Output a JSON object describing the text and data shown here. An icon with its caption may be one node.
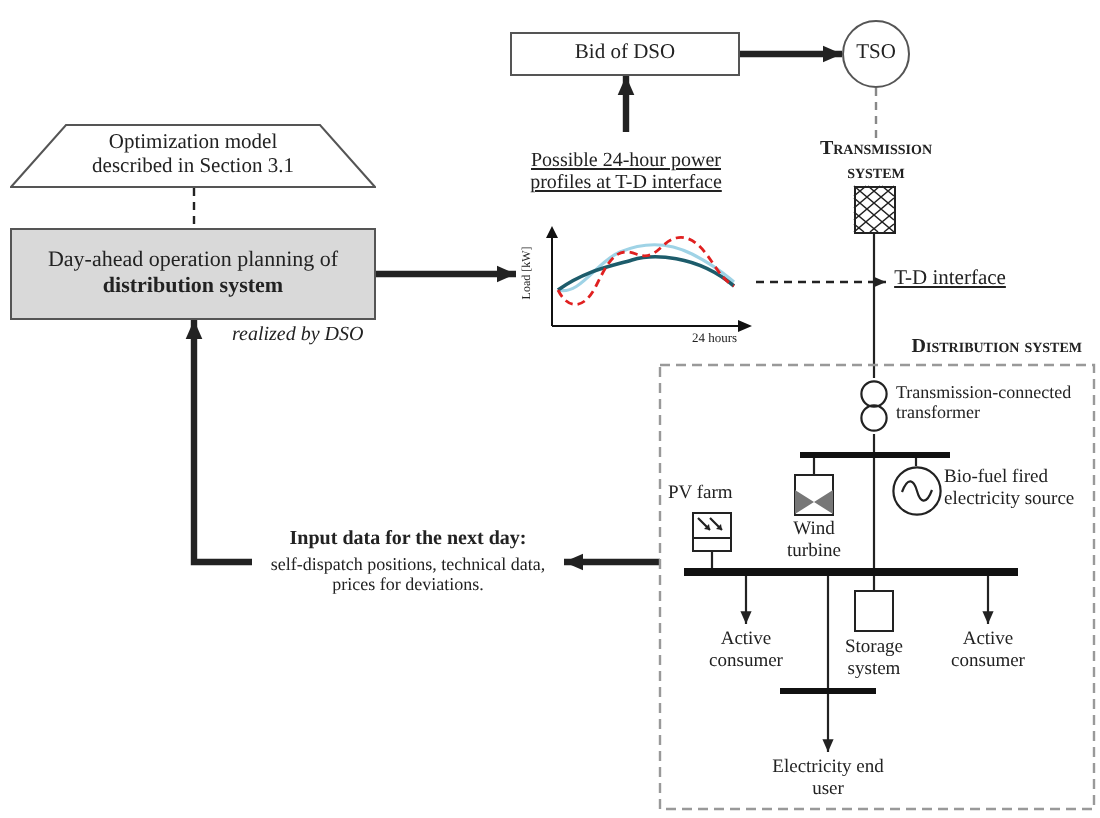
{
  "diagram": {
    "nodes": [
      {
        "text": [
          "Optimization model described in Section 3.1"
        ]
      },
      {
        "text": [
          "Day-ahead operation planning of **distribution system**"
        ],
        "beside": [
          "realized by DSO"
        ]
      },
      {
        "text": [
          "Bid of DSO"
        ]
      },
      {
        "text": [
          "TSO"
        ]
      },
      {
        "text": [
          "Possible 24-hour power profiles at T-D interface"
        ]
      },
      {
        "text": [
          "Load [kW]",
          "24 hours"
        ]
      },
      {
        "text": [
          "T-D interface"
        ]
      },
      {
        "text": [
          "Transmission system"
        ]
      },
      {
        "text": [
          "Distribution system"
        ]
      },
      {
        "text": [
          "Transmission-connected transformer"
        ],
        "in": 8
      },
      {
        "text": [],
        "shape": "bar",
        "in": 8
      },
      {
        "text": [],
        "shape": "bar",
        "in": 8
      },
      {
        "text": [
          "Wind turbine"
        ],
        "in": 8
      },
      {
        "text": [
          "Bio-fuel fired electricity source"
        ],
        "in": 8
      },
      {
        "text": [
          "PV farm"
        ],
        "in": 8
      },
      {
        "text": [
          "Active consumer"
        ],
        "in": 8
      },
      {
        "text": [
          "Storage system"
        ],
        "in": 8
      },
      {
        "text": [
          "Active consumer"
        ],
        "in": 8
      },
      {
        "text": [],
        "shape": "bar",
        "in": 8
      },
      {
        "text": [
          "Electricity end user"
        ],
        "in": 8
      },
      {
        "text": [
          "Input data for the next day:",
          "self-dispatch positions, technical data, prices for deviations."
        ]
      }
    ],
    "edges": [
      {
        "from": 0,
        "to": 1,
        "arrow": "none",
        "style": "dashed"
      },
      {
        "from": 1,
        "to": 5,
        "arrow": "to",
        "style": "thick"
      },
      {
        "from": 4,
        "to": 2,
        "arrow": "to",
        "style": "thick"
      },
      {
        "from": 2,
        "to": 3,
        "arrow": "to",
        "style": "thick"
      },
      {
        "from": 3,
        "to": 7,
        "arrow": "none",
        "style": "dashed",
        "color": "#888888"
      },
      {
        "from": 5,
        "to": 6,
        "arrow": "to",
        "style": "dashed"
      },
      {
        "from": 7,
        "to": 9,
        "arrow": "none"
      },
      {
        "from": 9,
        "to": 10,
        "arrow": "none"
      },
      {
        "from": 10,
        "to": 11,
        "arrow": "none"
      },
      {
        "from": 10,
        "to": 12,
        "arrow": "none"
      },
      {
        "from": 10,
        "to": 13,
        "arrow": "none"
      },
      {
        "from": 14,
        "to": 11,
        "arrow": "none"
      },
      {
        "from": 11,
        "to": 15,
        "arrow": "to"
      },
      {
        "from": 11,
        "to": 16,
        "arrow": "none"
      },
      {
        "from": 11,
        "to": 17,
        "arrow": "to"
      },
      {
        "from": 11,
        "to": 18,
        "arrow": "none"
      },
      {
        "from": 18,
        "to": 19,
        "arrow": "to"
      },
      {
        "from": 8,
        "to": 20,
        "arrow": "to",
        "style": "thick"
      },
      {
        "from": 20,
        "to": 1,
        "arrow": "to",
        "style": "thick"
      }
    ]
  }
}
